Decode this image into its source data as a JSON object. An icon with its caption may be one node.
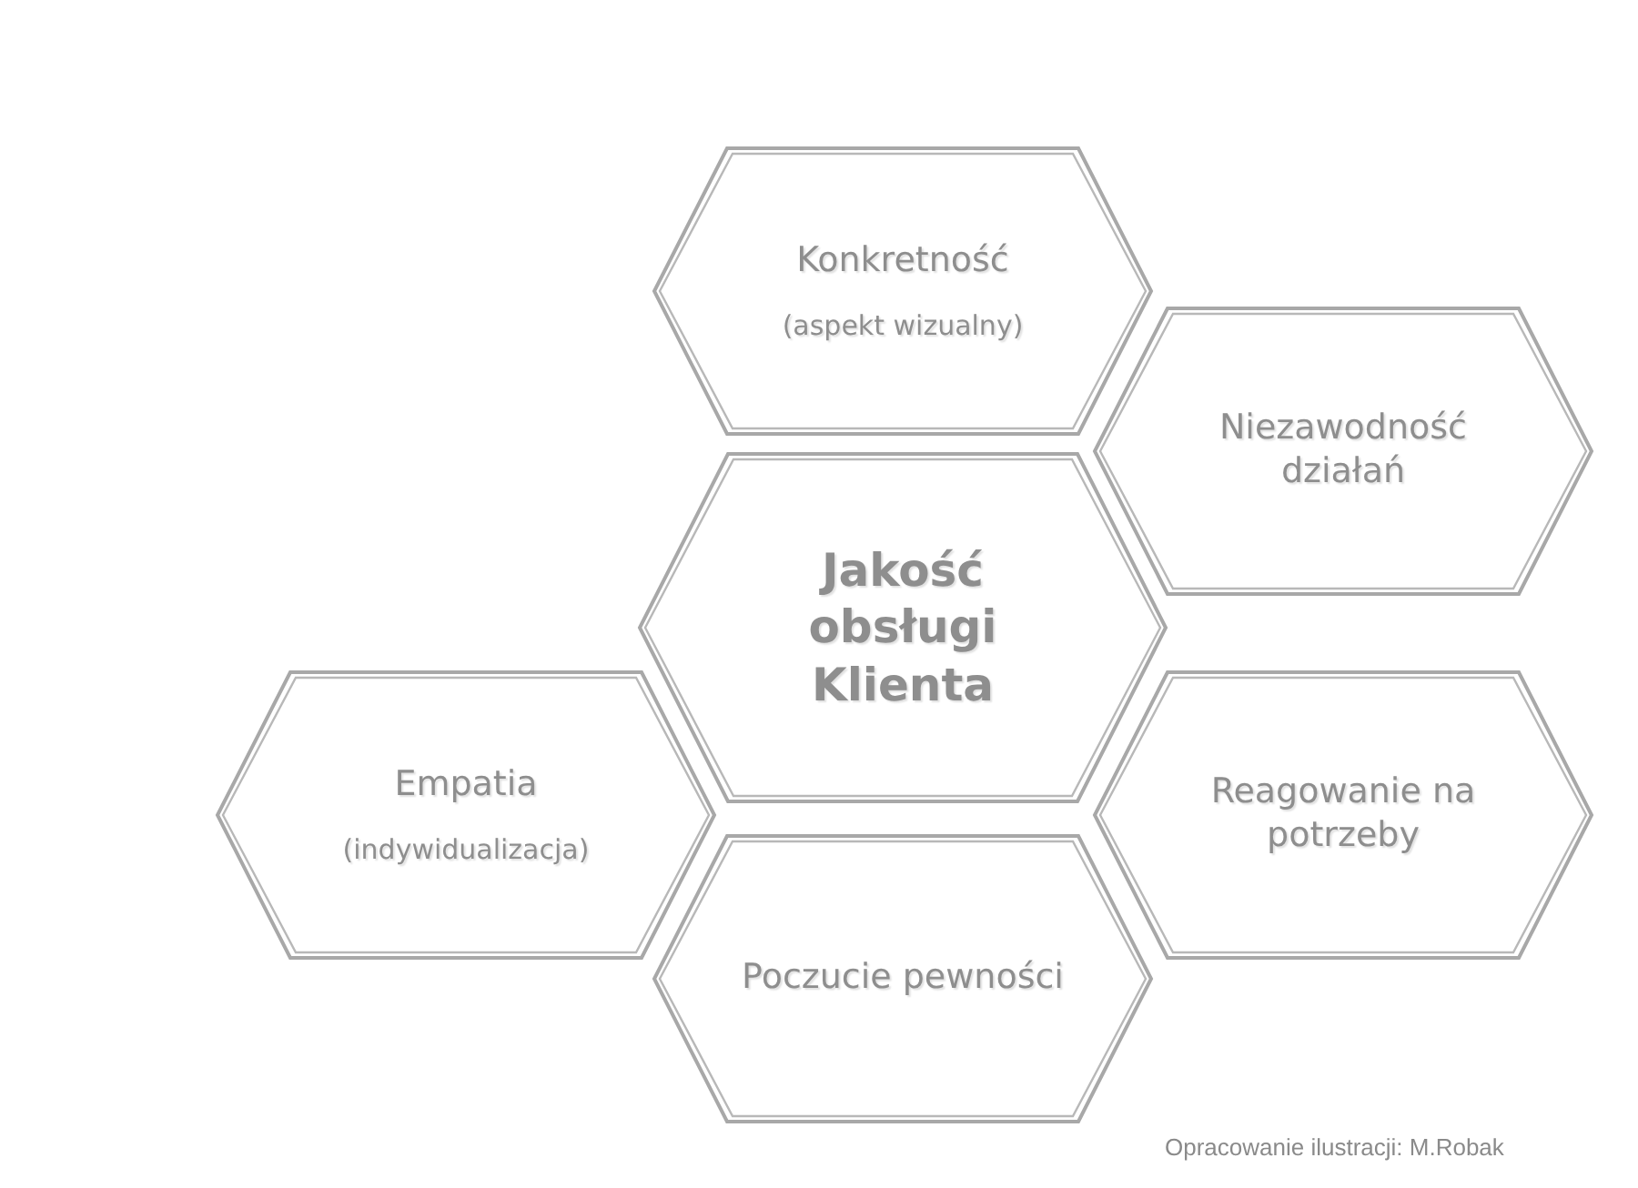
{
  "diagram": {
    "nodes": [
      {
        "text": [
          "Konkretność",
          "(aspekt wizualny)"
        ]
      },
      {
        "text": [
          "Niezawodność działań"
        ]
      },
      {
        "text": [
          "Jakość obsługi Klienta"
        ]
      },
      {
        "text": [
          "Empatia",
          "(indywidualizacja)"
        ]
      },
      {
        "text": [
          "Reagowanie na potrzeby"
        ]
      },
      {
        "text": [
          "Poczucie pewności"
        ]
      }
    ],
    "labels": [
      "Opracowanie ilustracji: M.Robak"
    ]
  }
}
